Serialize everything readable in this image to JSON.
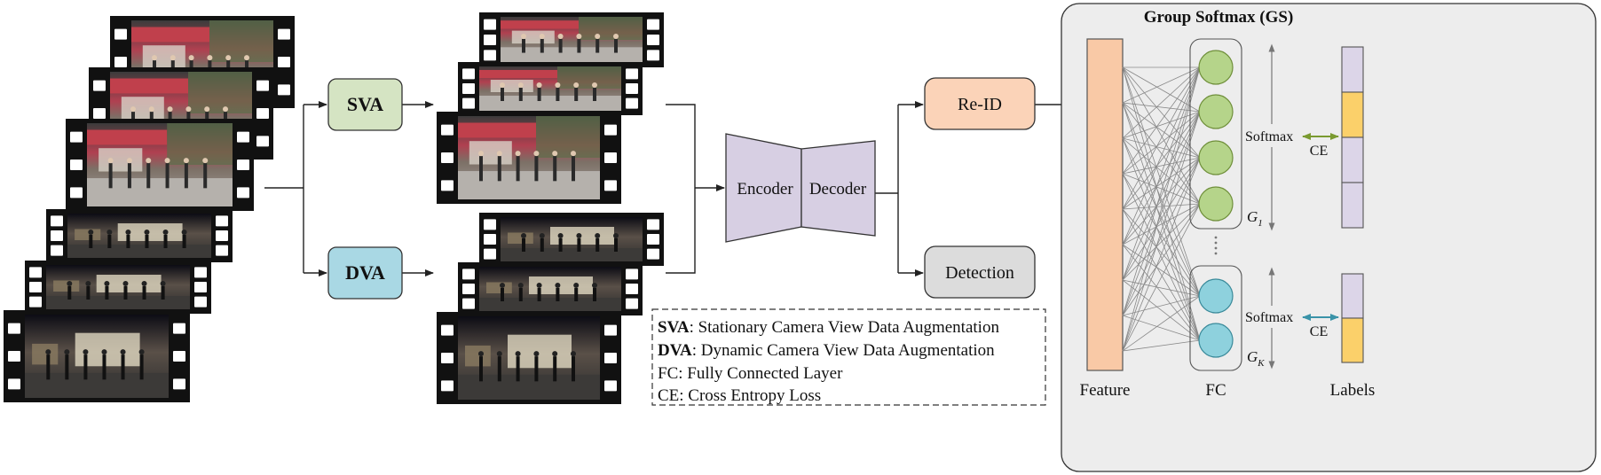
{
  "boxes": {
    "sva": "SVA",
    "dva": "DVA",
    "encoder": "Encoder",
    "decoder": "Decoder",
    "reid": "Re-ID",
    "detection": "Detection"
  },
  "gs_panel": {
    "title": "Group Softmax (GS)",
    "feature_label": "Feature",
    "fc_label": "FC",
    "labels_label": "Labels",
    "softmax_top": "Softmax",
    "softmax_bottom": "Softmax",
    "ce_top": "CE",
    "ce_bottom": "CE",
    "group_first_base": "G",
    "group_first_sub": "1",
    "group_last_base": "G",
    "group_last_sub": "K"
  },
  "legend": [
    {
      "abbr": "SVA",
      "text": ": Stationary Camera View Data Augmentation"
    },
    {
      "abbr": "DVA",
      "text": ": Dynamic Camera View Data Augmentation"
    },
    {
      "abbr": "",
      "text": "FC: Fully Connected Layer"
    },
    {
      "abbr": "",
      "text": "CE: Cross Entropy Loss"
    }
  ],
  "colors": {
    "sva_fill": "#d5e4c3",
    "dva_fill": "#a9d8e4",
    "reid_fill": "#fbd3b8",
    "detection_fill": "#dcdcdc",
    "encdec_fill": "#d7cfe3",
    "feature_fill": "#f9c9a6",
    "fc_green": "#b5d48a",
    "fc_blue": "#8ed1dd",
    "label_purple": "#dcd5e8",
    "label_yellow": "#fbd06a",
    "panel_bg": "#ededed",
    "arrow_green": "#7a9a30",
    "arrow_blue": "#3a93a8"
  }
}
